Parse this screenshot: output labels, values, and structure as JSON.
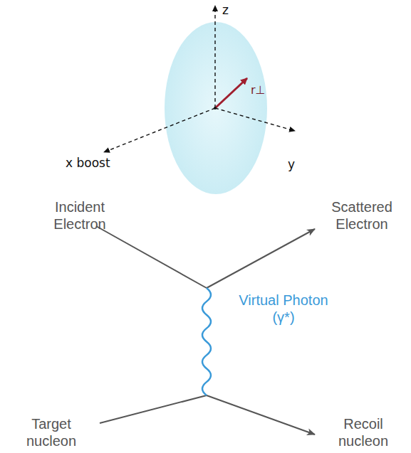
{
  "diagram": {
    "labels": [
      "z",
      "x boost",
      "y",
      "r⊥",
      "Incident Electron",
      "Scattered Electron",
      "Virtual Photon (γ*)",
      "Target nucleon",
      "Recoil nucleon"
    ]
  }
}
